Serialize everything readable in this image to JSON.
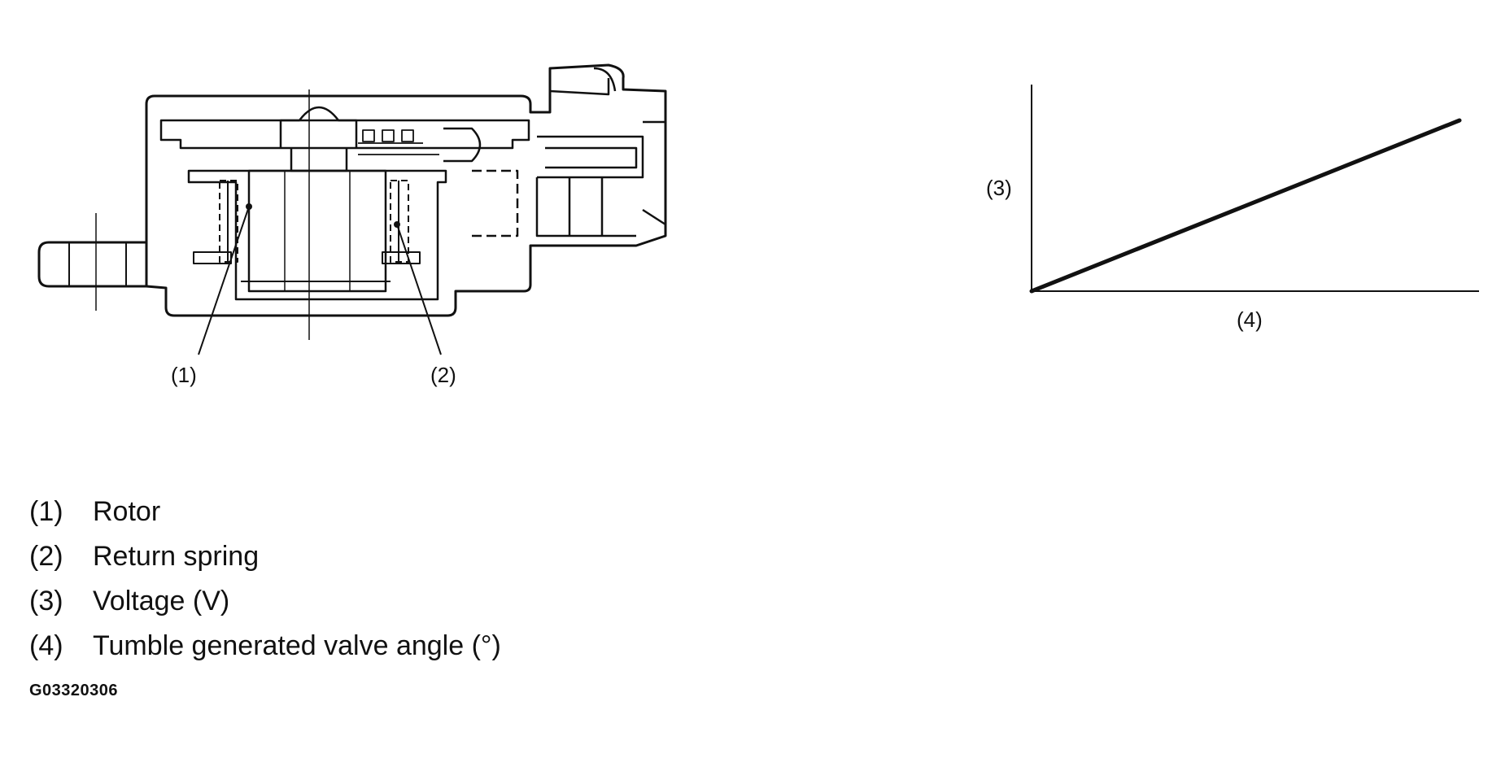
{
  "callouts": {
    "rotor": "(1)",
    "return_spring": "(2)",
    "voltage_axis": "(3)",
    "angle_axis": "(4)"
  },
  "legend": [
    {
      "num": "(1)",
      "text": "Rotor"
    },
    {
      "num": "(2)",
      "text": "Return spring"
    },
    {
      "num": "(3)",
      "text": "Voltage (V)"
    },
    {
      "num": "(4)",
      "text": "Tumble generated valve angle (°)"
    }
  ],
  "figure_id": "G03320306",
  "chart_data": {
    "type": "line",
    "xlabel": "(4)",
    "ylabel": "(3)",
    "series": [
      {
        "x": [
          0,
          1
        ],
        "y": [
          0,
          1
        ]
      }
    ]
  },
  "colors": {
    "ink": "#111111",
    "background": "#ffffff"
  }
}
